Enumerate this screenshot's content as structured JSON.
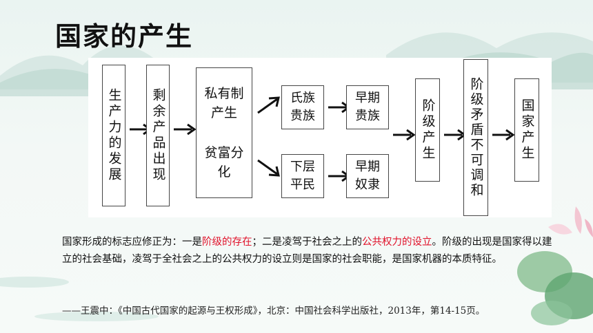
{
  "title": "国家的产生",
  "diagram": {
    "step1": "生产力的发展",
    "step2": "剩余产品出现",
    "step3_top": "私有制产生",
    "step3_bottom": "贫富分化",
    "upper_a": "氏族贵族",
    "upper_b": "早期贵族",
    "lower_a": "下层平民",
    "lower_b": "早期奴隶",
    "class_emerge": "阶级产生",
    "class_conflict": "阶级矛盾不可调和",
    "state_emerge": "国家产生"
  },
  "text": {
    "p1_a": "国家形成的标志应修正为：一是",
    "p1_hl1": "阶级的存在",
    "p1_b": "；二是凌驾于社会之上的",
    "p1_hl2": "公共权力的设立",
    "p1_c": "。阶级的出现是国家得以建立的社会基础，凌驾于全社会之上的公共权力的设立则是国家的社会职能，是国家机器的本质特征。",
    "citation": "——王震中：《中国古代国家的起源与王权形成》，北京：中国社会科学出版社，2013年，第14-15页。"
  },
  "colors": {
    "highlight": "#e0122a"
  }
}
